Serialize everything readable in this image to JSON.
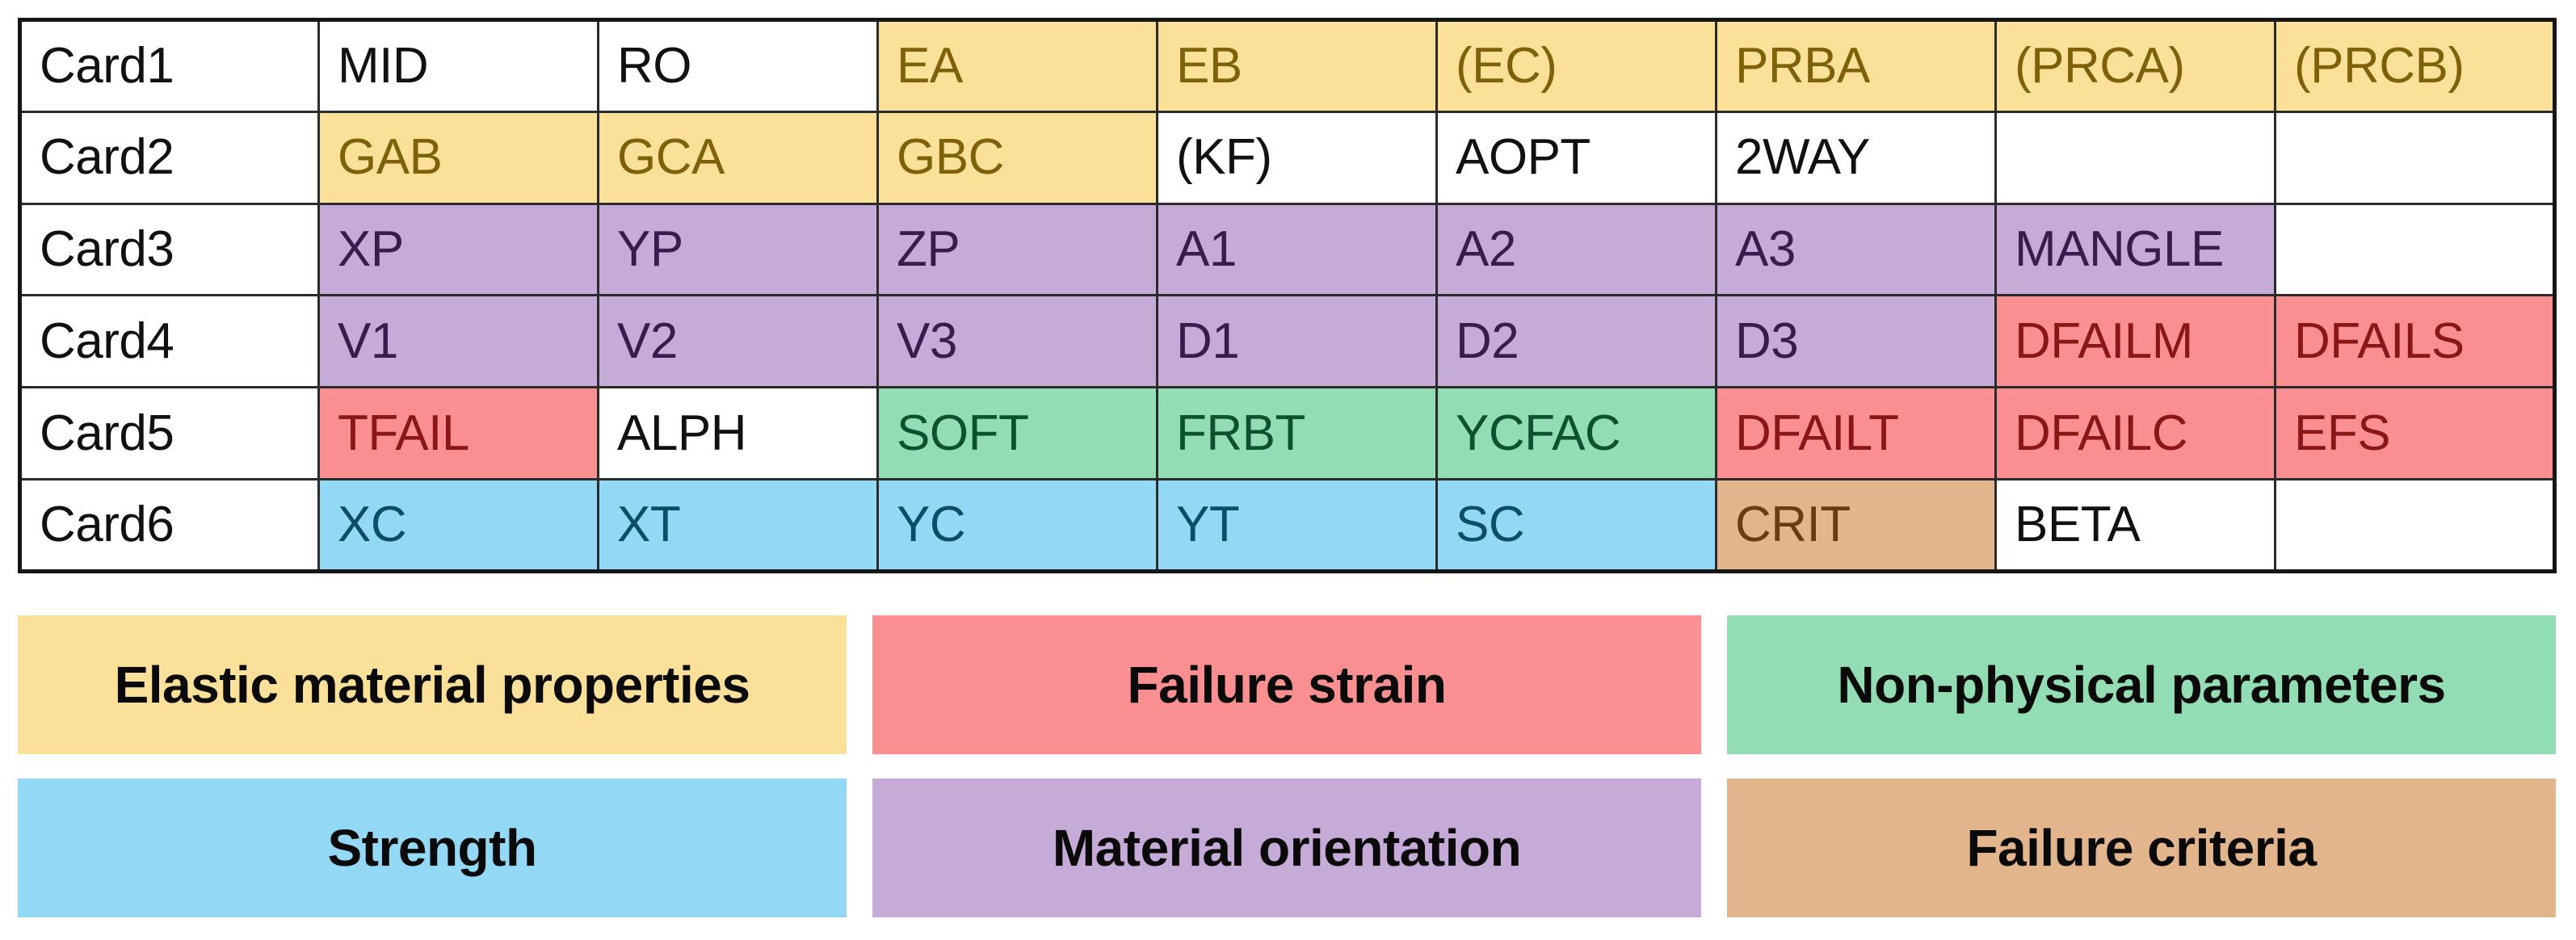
{
  "table": {
    "row_label_header": "",
    "rows": [
      {
        "label": "Card1",
        "cells": [
          {
            "text": "MID",
            "fill": "none"
          },
          {
            "text": "RO",
            "fill": "none"
          },
          {
            "text": "EA",
            "fill": "yellow"
          },
          {
            "text": "EB",
            "fill": "yellow"
          },
          {
            "text": "(EC)",
            "fill": "yellow"
          },
          {
            "text": "PRBA",
            "fill": "yellow"
          },
          {
            "text": "(PRCA)",
            "fill": "yellow"
          },
          {
            "text": "(PRCB)",
            "fill": "yellow"
          }
        ]
      },
      {
        "label": "Card2",
        "cells": [
          {
            "text": "GAB",
            "fill": "yellow"
          },
          {
            "text": "GCA",
            "fill": "yellow"
          },
          {
            "text": "GBC",
            "fill": "yellow"
          },
          {
            "text": "(KF)",
            "fill": "none"
          },
          {
            "text": "AOPT",
            "fill": "none"
          },
          {
            "text": "2WAY",
            "fill": "none"
          },
          {
            "text": "",
            "fill": "none"
          },
          {
            "text": "",
            "fill": "none"
          }
        ]
      },
      {
        "label": "Card3",
        "cells": [
          {
            "text": "XP",
            "fill": "purple"
          },
          {
            "text": "YP",
            "fill": "purple"
          },
          {
            "text": "ZP",
            "fill": "purple"
          },
          {
            "text": "A1",
            "fill": "purple"
          },
          {
            "text": "A2",
            "fill": "purple"
          },
          {
            "text": "A3",
            "fill": "purple"
          },
          {
            "text": "MANGLE",
            "fill": "purple"
          },
          {
            "text": "",
            "fill": "none"
          }
        ]
      },
      {
        "label": "Card4",
        "cells": [
          {
            "text": "V1",
            "fill": "purple"
          },
          {
            "text": "V2",
            "fill": "purple"
          },
          {
            "text": "V3",
            "fill": "purple"
          },
          {
            "text": "D1",
            "fill": "purple"
          },
          {
            "text": "D2",
            "fill": "purple"
          },
          {
            "text": "D3",
            "fill": "purple"
          },
          {
            "text": "DFAILM",
            "fill": "red"
          },
          {
            "text": "DFAILS",
            "fill": "red"
          }
        ]
      },
      {
        "label": "Card5",
        "cells": [
          {
            "text": "TFAIL",
            "fill": "red"
          },
          {
            "text": "ALPH",
            "fill": "none"
          },
          {
            "text": "SOFT",
            "fill": "green"
          },
          {
            "text": "FRBT",
            "fill": "green"
          },
          {
            "text": "YCFAC",
            "fill": "green"
          },
          {
            "text": "DFAILT",
            "fill": "red"
          },
          {
            "text": "DFAILC",
            "fill": "red"
          },
          {
            "text": "EFS",
            "fill": "red"
          }
        ]
      },
      {
        "label": "Card6",
        "cells": [
          {
            "text": "XC",
            "fill": "blue"
          },
          {
            "text": "XT",
            "fill": "blue"
          },
          {
            "text": "YC",
            "fill": "blue"
          },
          {
            "text": "YT",
            "fill": "blue"
          },
          {
            "text": "SC",
            "fill": "blue"
          },
          {
            "text": "CRIT",
            "fill": "tan"
          },
          {
            "text": "BETA",
            "fill": "none"
          },
          {
            "text": "",
            "fill": "none"
          }
        ]
      }
    ]
  },
  "legend": {
    "items": [
      {
        "label": "Elastic material properties",
        "fill": "yellow",
        "color": "#FBE09A"
      },
      {
        "label": "Failure strain",
        "fill": "red",
        "color": "#F98F90"
      },
      {
        "label": "Non-physical parameters",
        "fill": "green",
        "color": "#92DDB3"
      },
      {
        "label": "Strength",
        "fill": "blue",
        "color": "#93D9F5"
      },
      {
        "label": "Material orientation",
        "fill": "purple",
        "color": "#C6ABD9"
      },
      {
        "label": "Failure criteria",
        "fill": "tan",
        "color": "#E3B58C"
      }
    ]
  }
}
